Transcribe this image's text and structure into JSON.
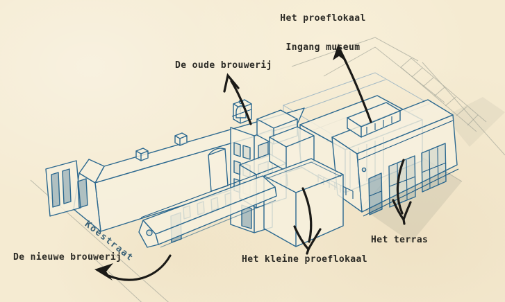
{
  "labels": {
    "proeflokaal": {
      "line1": "Het proeflokaal",
      "line2": "Ingang museum"
    },
    "oude_brouwerij": "De oude brouwerij",
    "kleine_proeflokaal": "Het kleine proeflokaal",
    "terras": "Het terras",
    "nieuwe_brouwerij": "De nieuwe brouwerij",
    "street": "Koestraat"
  },
  "colors": {
    "paper": "#f5ebd2",
    "ink_blue": "#2b688f",
    "ink_blue_dark": "#1d5b86",
    "pencil_gray": "#a9ab9e",
    "sketch_blue": "#8fadc0",
    "arrow_black": "#1b1a17",
    "label_text": "#2b2a25",
    "street_text": "#3b6277"
  }
}
